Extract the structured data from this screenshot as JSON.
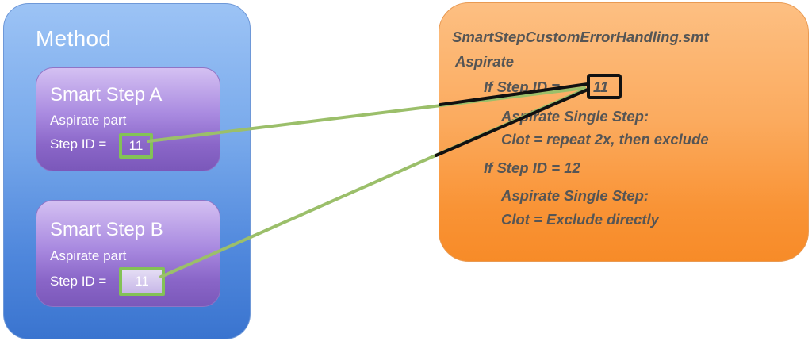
{
  "method": {
    "title": "Method",
    "steps": [
      {
        "title": "Smart Step A",
        "line1": "Aspirate part",
        "id_label": "Step ID = ",
        "id_value": "11"
      },
      {
        "title": "Smart Step B",
        "line1": "Aspirate part",
        "id_label": "Step ID = ",
        "id_value": "11"
      }
    ]
  },
  "handler": {
    "filename": "SmartStepCustomErrorHandling.smt",
    "section": "Aspirate",
    "cases": [
      {
        "condition": "If Step ID = ",
        "id_value": "11",
        "action": "Aspirate Single Step:",
        "rule": "Clot = repeat 2x, then exclude"
      },
      {
        "condition": "If Step ID = 12",
        "action": "Aspirate Single Step:",
        "rule": "Clot = Exclude directly"
      }
    ]
  },
  "colors": {
    "method_panel": "#78a9eb",
    "step_card": "#a98ae0",
    "handler_panel": "#fbab5f",
    "link_line": "#9bbf6a",
    "highlight_border": "#83c256",
    "target_border": "#111111",
    "handler_text": "#555555"
  }
}
